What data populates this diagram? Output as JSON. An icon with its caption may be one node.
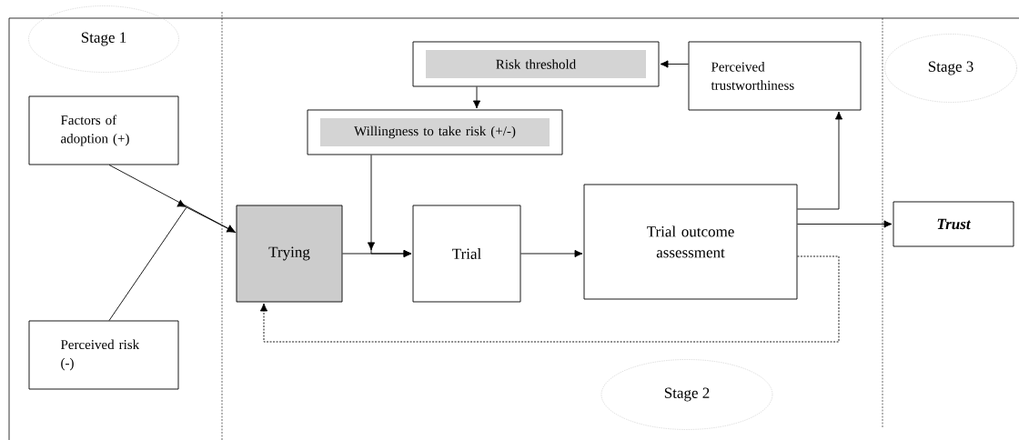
{
  "diagram": {
    "nodes": [
      {
        "text": [
          "Stage 1"
        ]
      },
      {
        "text": [
          "Factors of adoption (+)"
        ]
      },
      {
        "text": [
          "Perceived risk (-)"
        ]
      },
      {
        "text": [
          "Trying"
        ]
      },
      {
        "text": [
          "Willingness to take risk (+/-)"
        ]
      },
      {
        "text": [
          "Risk threshold"
        ]
      },
      {
        "text": [
          "Perceived trustworthiness"
        ]
      },
      {
        "text": [
          "Trial"
        ]
      },
      {
        "text": [
          "Trial outcome assessment"
        ]
      },
      {
        "text": [
          "Trust"
        ]
      },
      {
        "text": [
          "Stage 3"
        ]
      },
      {
        "text": [
          "Stage 2"
        ]
      }
    ],
    "edges": [
      {
        "from": 1,
        "to": 3,
        "arrow": "to"
      },
      {
        "from": 2,
        "to": 3,
        "arrow": "to"
      },
      {
        "from": 3,
        "to": 7,
        "arrow": "to"
      },
      {
        "from": 4,
        "to": 7,
        "arrow": "to"
      },
      {
        "from": 5,
        "to": 4,
        "arrow": "to"
      },
      {
        "from": 6,
        "to": 5,
        "arrow": "to"
      },
      {
        "from": 7,
        "to": 8,
        "arrow": "to"
      },
      {
        "from": 8,
        "to": 6,
        "arrow": "to"
      },
      {
        "from": 8,
        "to": 9,
        "arrow": "to"
      },
      {
        "from": 8,
        "to": 3,
        "arrow": "to",
        "style": "dashed"
      }
    ]
  }
}
